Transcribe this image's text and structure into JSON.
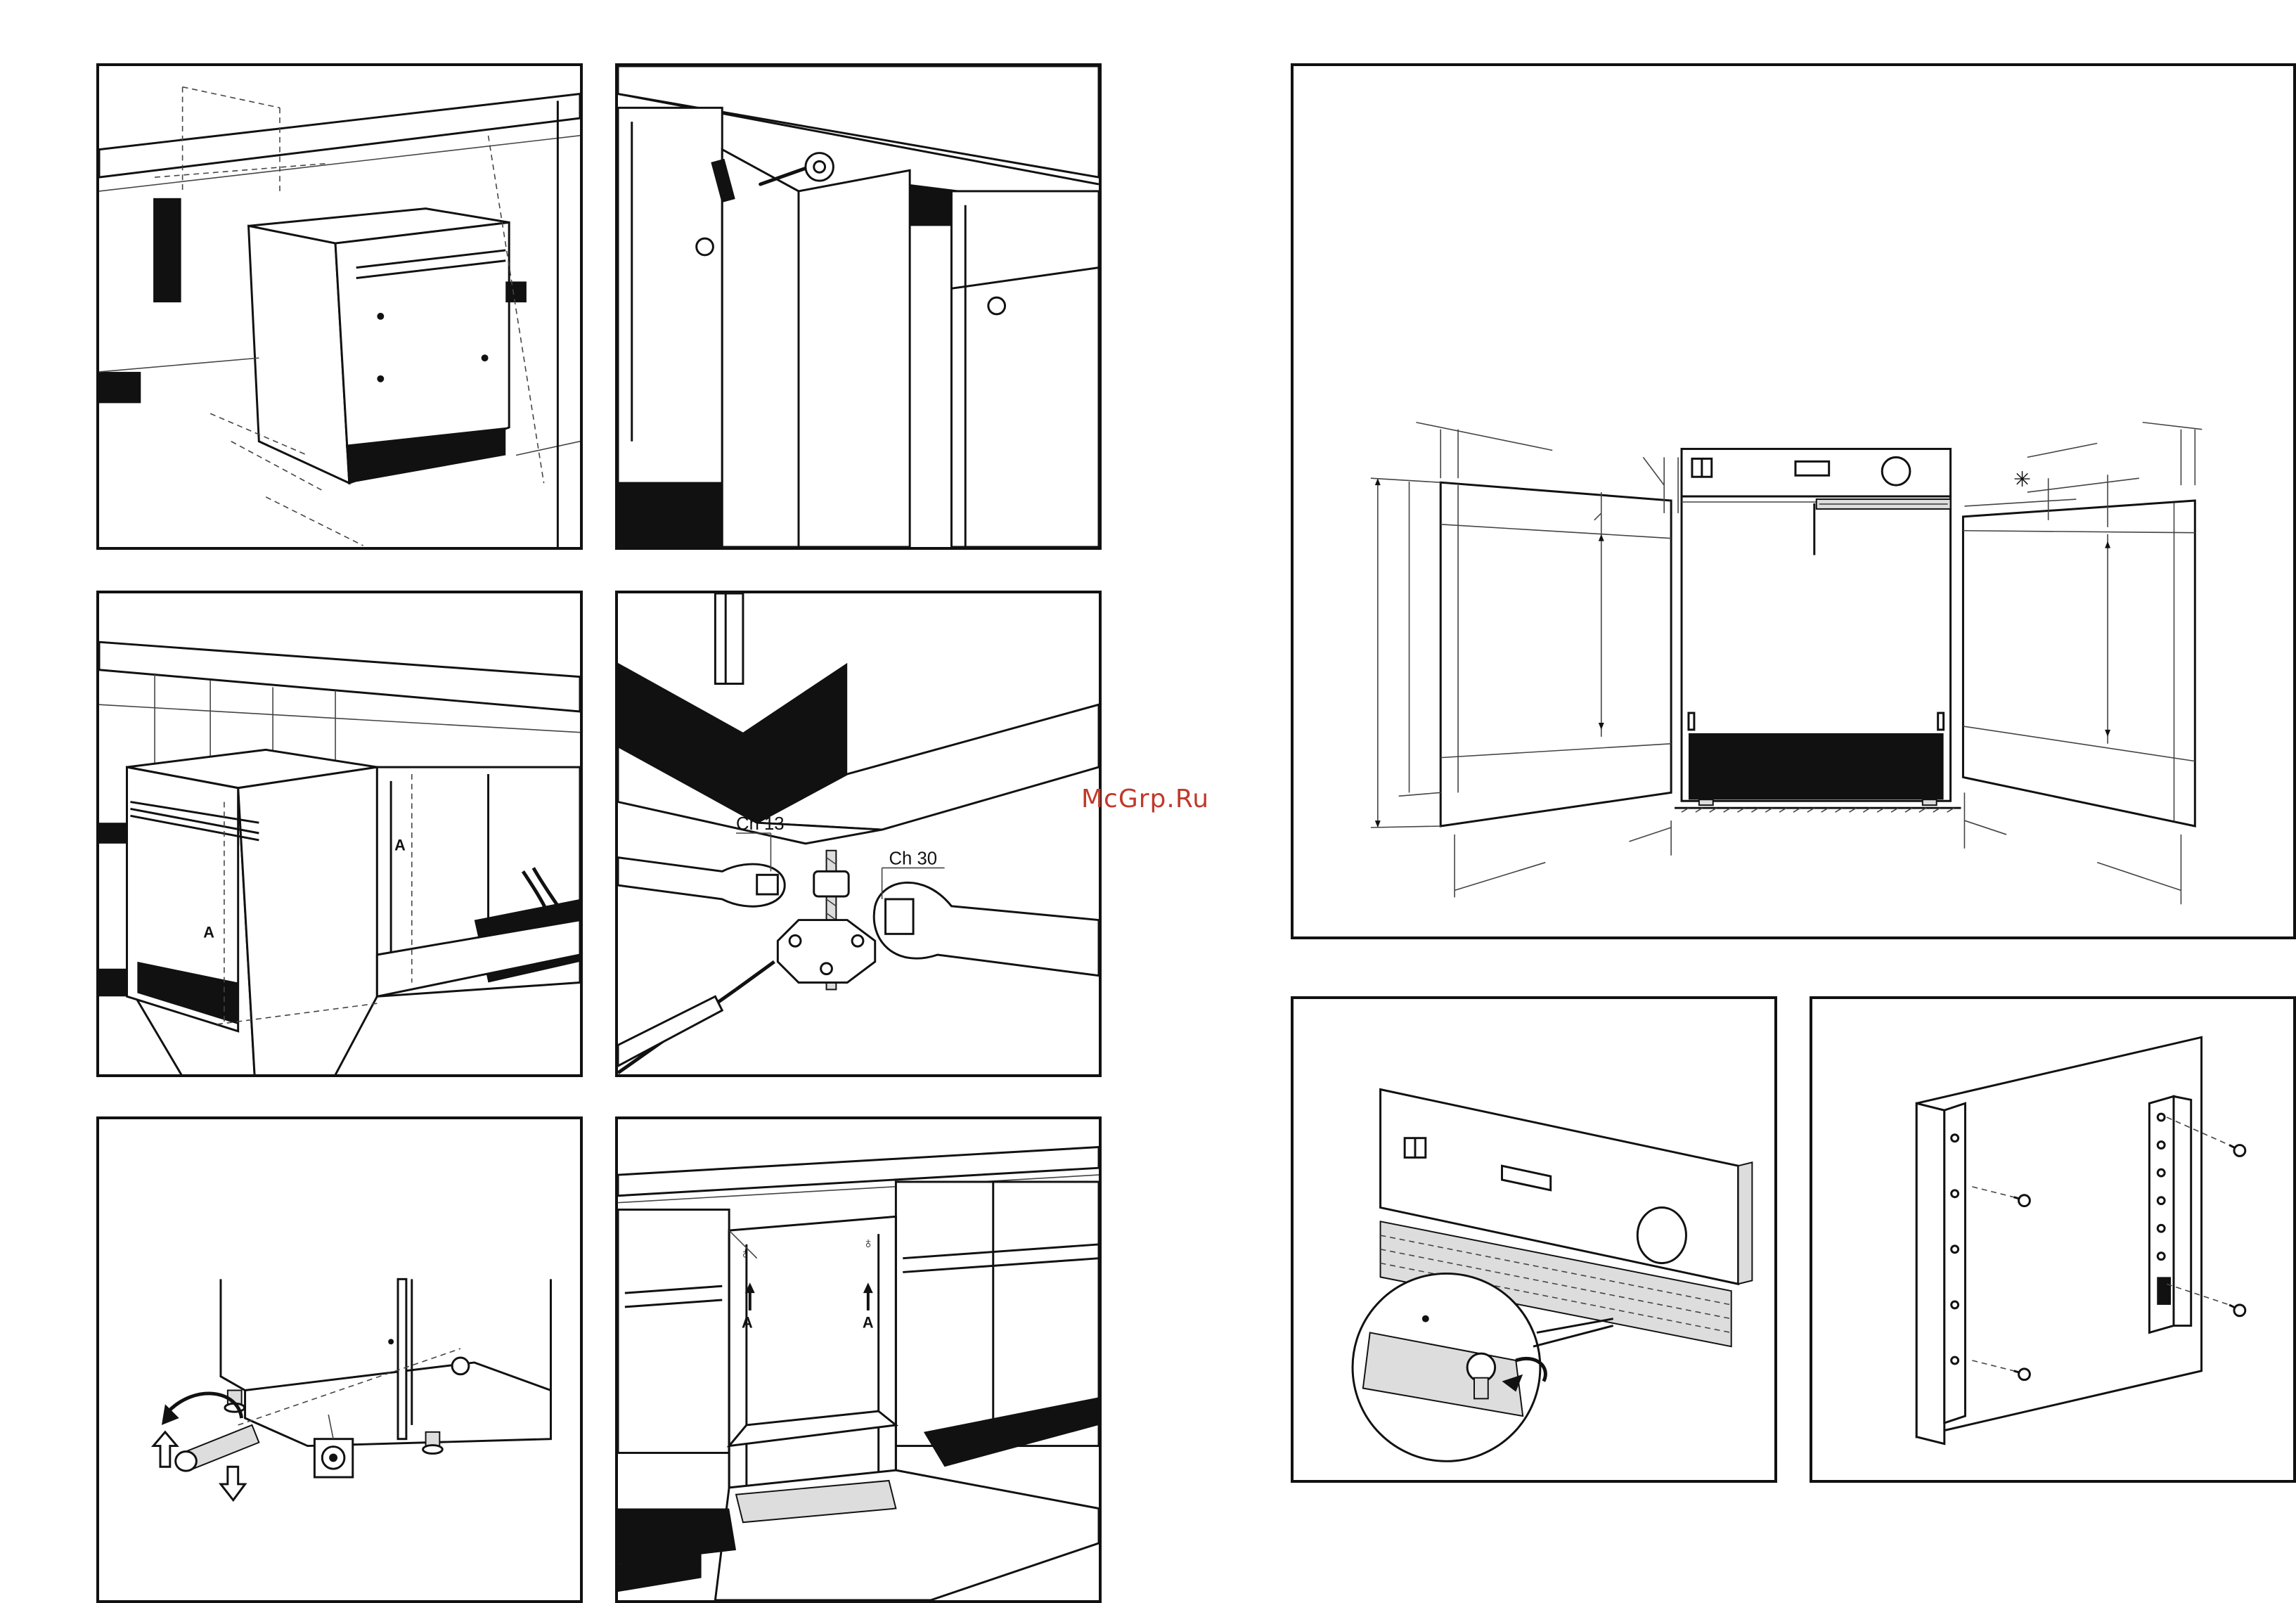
{
  "labels": {
    "wrench_small": "Ch 13",
    "wrench_large": "Ch 30",
    "marker_a": "A",
    "asterisk": "✳"
  },
  "watermark": "McGrp.Ru",
  "colors": {
    "ink": "#111111",
    "watermark": "#c0392b",
    "background": "#ffffff"
  }
}
